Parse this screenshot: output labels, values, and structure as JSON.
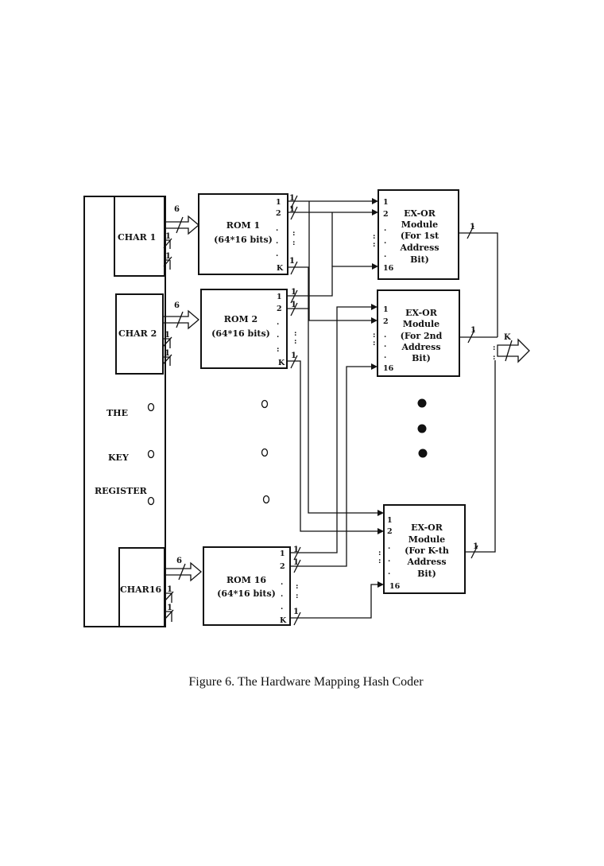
{
  "key_register": {
    "label_lines": [
      "THE",
      "KEY",
      "REGISTER"
    ],
    "chars": [
      {
        "name": "CHAR 1",
        "bus_width": "6",
        "side_bits": [
          "1",
          "1"
        ]
      },
      {
        "name": "CHAR 2",
        "bus_width": "6",
        "side_bits": [
          "1",
          "1"
        ]
      },
      {
        "name": "CHAR16",
        "bus_width": "6",
        "side_bits": [
          "1",
          "1"
        ]
      }
    ]
  },
  "roms": [
    {
      "title": "ROM 1",
      "size": "(64*16 bits)",
      "pins": [
        "1",
        "2",
        "K"
      ],
      "bit_labels": [
        "1",
        "1",
        "1"
      ]
    },
    {
      "title": "ROM 2",
      "size": "(64*16 bits)",
      "pins": [
        "1",
        "2",
        "K"
      ],
      "bit_labels": [
        "1",
        "1",
        "1"
      ]
    },
    {
      "title": "ROM 16",
      "size": "(64*16 bits)",
      "pins": [
        "1",
        "2",
        "K"
      ],
      "bit_labels": [
        "1",
        "1",
        "1"
      ]
    }
  ],
  "exor_modules": [
    {
      "lines": [
        "EX-OR",
        "Module",
        "(For 1st",
        "Address",
        "Bit)"
      ],
      "pins": [
        "1",
        "2",
        "16"
      ],
      "out_width": "1"
    },
    {
      "lines": [
        "EX-OR",
        "Module",
        "(For 2nd",
        "Address",
        "Bit)"
      ],
      "pins": [
        "1",
        "2",
        "16"
      ],
      "out_width": "1"
    },
    {
      "lines": [
        "EX-OR",
        "Module",
        "(For K-th",
        "Address",
        "Bit)"
      ],
      "pins": [
        "1",
        "2",
        "16"
      ],
      "out_width": "1"
    }
  ],
  "output_bus": {
    "width": "K"
  },
  "caption": "Figure 6. The Hardware Mapping Hash Coder"
}
